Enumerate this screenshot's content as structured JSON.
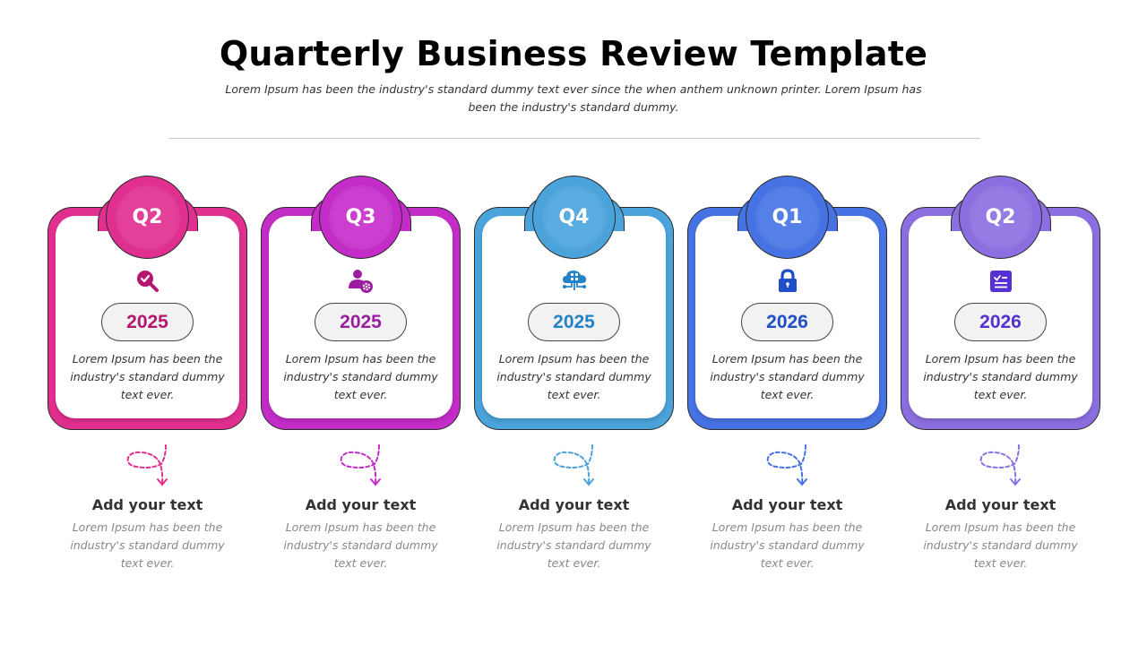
{
  "header": {
    "title": "Quarterly Business Review Template",
    "subtitle": "Lorem Ipsum has been the industry's standard dummy text ever since the when anthem unknown printer. Lorem Ipsum has been the industry's standard dummy."
  },
  "cards": [
    {
      "quarter": "Q2",
      "year": "2025",
      "icon": "search-check-icon",
      "text": "Lorem Ipsum has been the industry's standard dummy text ever.",
      "color": "#E02F8F",
      "circle_inner": "#E4409A",
      "accent": "#B5166F",
      "add_title": "Add your text",
      "add_text": "Lorem Ipsum has been the industry's standard dummy text ever."
    },
    {
      "quarter": "Q3",
      "year": "2025",
      "icon": "user-gear-icon",
      "text": "Lorem Ipsum has been the industry's standard dummy text ever.",
      "color": "#C42CC8",
      "circle_inner": "#CB3ECF",
      "accent": "#9A1EA0",
      "add_title": "Add your text",
      "add_text": "Lorem Ipsum has been the industry's standard dummy text ever."
    },
    {
      "quarter": "Q4",
      "year": "2025",
      "icon": "cloud-network-icon",
      "text": "Lorem Ipsum has been the industry's standard dummy text ever.",
      "color": "#4AA3DB",
      "circle_inner": "#59ACDF",
      "accent": "#2383C6",
      "add_title": "Add your text",
      "add_text": "Lorem Ipsum has been the industry's standard dummy text ever."
    },
    {
      "quarter": "Q1",
      "year": "2026",
      "icon": "lock-icon",
      "text": "Lorem Ipsum has been the industry's standard dummy text ever.",
      "color": "#4672E3",
      "circle_inner": "#5480E8",
      "accent": "#1E4FC9",
      "add_title": "Add your text",
      "add_text": "Lorem Ipsum has been the industry's standard dummy text ever."
    },
    {
      "quarter": "Q2",
      "year": "2026",
      "icon": "checklist-icon",
      "text": "Lorem Ipsum has been the industry's standard dummy text ever.",
      "color": "#8B6FE0",
      "circle_inner": "#957BE4",
      "accent": "#5530D2",
      "add_title": "Add your text",
      "add_text": "Lorem Ipsum has been the industry's standard dummy text ever."
    }
  ]
}
